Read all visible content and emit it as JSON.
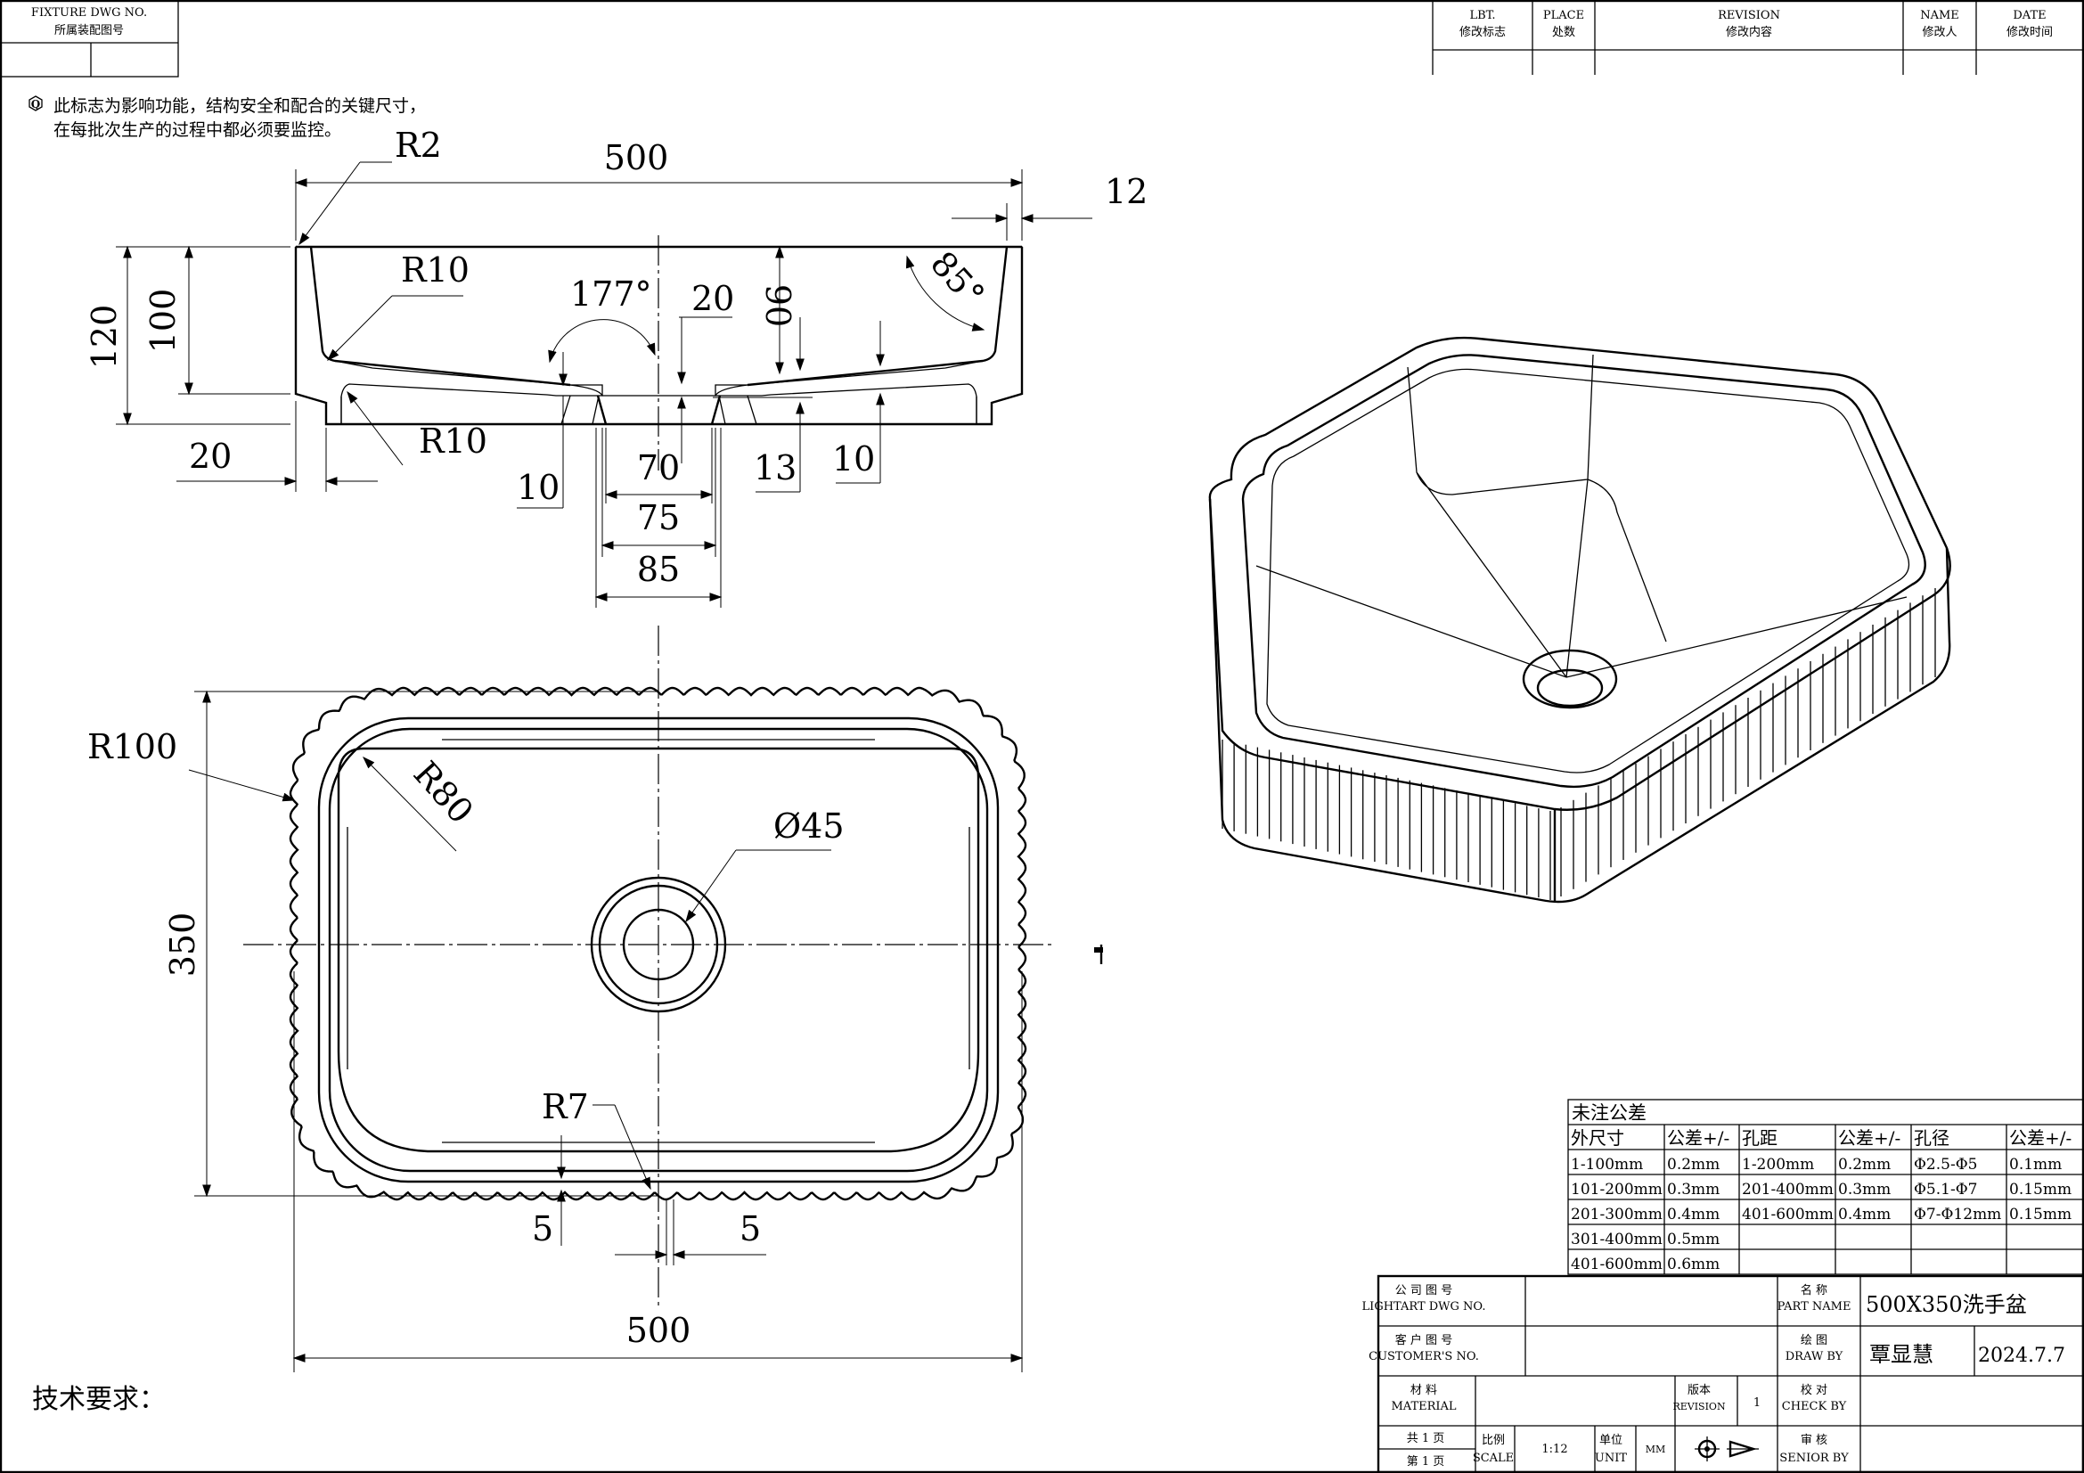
{
  "fixture_box": {
    "label_en": "FIXTURE DWG NO.",
    "label_cn": "所属装配图号"
  },
  "revision_header": {
    "lbt_en": "LBT.",
    "lbt_cn": "修改标志",
    "place_en": "PLACE",
    "place_cn": "处数",
    "revision_en": "REVISION",
    "revision_cn": "修改内容",
    "name_en": "NAME",
    "name_cn": "修改人",
    "date_en": "DATE",
    "date_cn": "修改时间"
  },
  "note": {
    "symbol": "Q",
    "line1": "此标志为影响功能，结构安全和配合的关键尺寸，",
    "line2": "在每批次生产的过程中都必须要监控。"
  },
  "section_view": {
    "r2": "R2",
    "width": "500",
    "rim": "12",
    "depth_total": "120",
    "depth_inner": "100",
    "r10_top": "R10",
    "drain_angle": "177°",
    "drain_depth": "20",
    "inner_90": "90",
    "wall_angle": "85°",
    "r10_bottom": "R10",
    "wall_20": "20",
    "base_10": "10",
    "drain_70": "70",
    "dim_13": "13",
    "dim_10_right": "10",
    "drain_75": "75",
    "drain_85": "85"
  },
  "plan_view": {
    "r100": "R100",
    "r80": "R80",
    "drain_dia": "Ø45",
    "depth": "350",
    "r7": "R7",
    "dim_5_left": "5",
    "dim_5_right": "5",
    "width": "500"
  },
  "tech_requirements": "技术要求：",
  "tolerance_table": {
    "title": "未注公差",
    "headers": [
      "外尺寸",
      "公差+/-",
      "孔距",
      "公差+/-",
      "孔径",
      "公差+/-"
    ],
    "rows": [
      [
        "1-100mm",
        "0.2mm",
        "1-200mm",
        "0.2mm",
        "Φ2.5-Φ5",
        "0.1mm"
      ],
      [
        "101-200mm",
        "0.3mm",
        "201-400mm",
        "0.3mm",
        "Φ5.1-Φ7",
        "0.15mm"
      ],
      [
        "201-300mm",
        "0.4mm",
        "401-600mm",
        "0.4mm",
        "Φ7-Φ12mm",
        "0.15mm"
      ],
      [
        "301-400mm",
        "0.5mm",
        "",
        "",
        "",
        ""
      ],
      [
        "401-600mm",
        "0.6mm",
        "",
        "",
        "",
        ""
      ]
    ]
  },
  "title_block": {
    "company_dwg_cn": "公 司 图 号",
    "company_dwg_en": "LIGHTART DWG NO.",
    "part_name_cn": "名  称",
    "part_name_en": "PART NAME",
    "part_name_value": "500X350洗手盆",
    "customer_dwg_cn": "客 户 图 号",
    "customer_dwg_en": "CUSTOMER'S NO.",
    "draw_cn": "绘  图",
    "draw_en": "DRAW  BY",
    "draw_value": "覃显慧",
    "date_value": "2024.7.7",
    "material_cn": "材 料",
    "material_en": "MATERIAL",
    "revision_cn": "版本",
    "revision_en": "REVISION",
    "revision_value": "1",
    "check_cn": "校  对",
    "check_en": "CHECK BY",
    "total_pages": "共  1  页",
    "page_no": "第  1  页",
    "scale_cn": "比例",
    "scale_en": "SCALE",
    "scale_value": "1:12",
    "unit_cn": "单位",
    "unit_en": "UNIT",
    "unit_value": "MM",
    "senior_cn": "审  核",
    "senior_en": "SENIOR BY"
  }
}
